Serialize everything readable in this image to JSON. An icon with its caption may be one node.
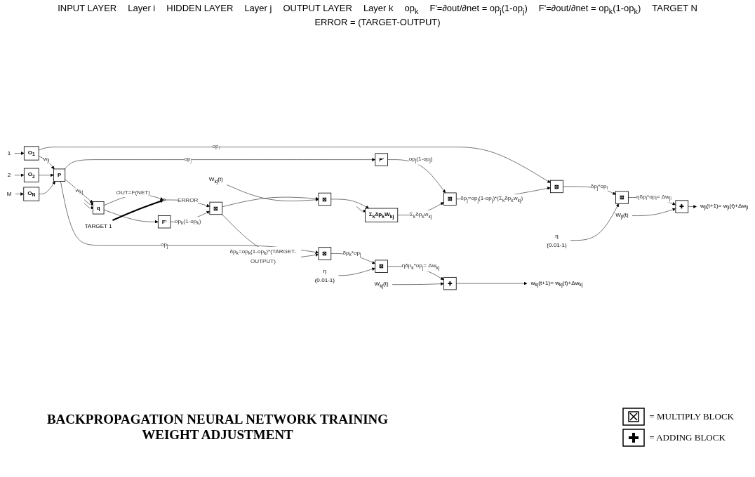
{
  "diagram": {
    "title": "BACKPROPAGATION NEURAL NETWORK TRAINING WEIGHT ADJUSTMENT",
    "nodes": [
      {
        "text": [
          "1"
        ]
      },
      {
        "text": [
          "2"
        ]
      },
      {
        "text": [
          "M"
        ]
      },
      {
        "text": [
          "O$_{1}$"
        ]
      },
      {
        "text": [
          "O$_{2}$"
        ]
      },
      {
        "text": [
          "O$_{N}$"
        ]
      },
      {
        "text": [
          "P"
        ]
      },
      {
        "text": [
          "F'"
        ]
      },
      {
        "text": [
          "⊠"
        ]
      },
      {
        "text": [
          "Σ$_{k}$δp$_{k}$W$_{kj}$"
        ]
      },
      {
        "text": [
          "⊠"
        ]
      },
      {
        "text": [
          "⊠"
        ]
      },
      {
        "text": [
          "η",
          "(0.01-1)"
        ]
      },
      {
        "text": [
          "✚"
        ]
      },
      {
        "text": [
          "W$_{ji}$(t)"
        ]
      },
      {
        "text": [
          "w$_{ji}$(t+1)= w$_{ji}$(t)+Δw$_{ji}$"
        ]
      },
      {
        "text": [
          "q"
        ]
      },
      {
        "text": [],
        "shape": "circle"
      },
      {
        "text": [
          "TARGET 1"
        ]
      },
      {
        "text": [
          "F'"
        ]
      },
      {
        "text": [
          "⊠"
        ]
      },
      {
        "text": [
          "⊠"
        ]
      },
      {
        "text": [
          "W$_{kj}$(t)"
        ]
      },
      {
        "text": [
          "⊠"
        ]
      },
      {
        "text": [
          "⊠"
        ]
      },
      {
        "text": [
          "η",
          "(0.01-1)"
        ]
      },
      {
        "text": [
          "✚"
        ]
      },
      {
        "text": [
          "W$_{kj}$(t)"
        ]
      },
      {
        "text": [
          "w$_{kj}$(t+1)= w$_{kj}$(t)+Δw$_{kj}$"
        ]
      }
    ],
    "edges": [
      {
        "from": 0,
        "to": 3,
        "arrow": "to"
      },
      {
        "from": 1,
        "to": 4,
        "arrow": "to"
      },
      {
        "from": 2,
        "to": 5,
        "arrow": "to"
      },
      {
        "from": 3,
        "to": 6,
        "arrow": "to",
        "label": "w$_{ji}$"
      },
      {
        "from": 3,
        "to": 10,
        "arrow": "to",
        "label": "op$_{i}$"
      },
      {
        "from": 4,
        "to": 6,
        "arrow": "to"
      },
      {
        "from": 5,
        "to": 6,
        "arrow": "to"
      },
      {
        "from": 6,
        "to": 7,
        "arrow": "to",
        "label": "op$_{j}$"
      },
      {
        "from": 6,
        "to": 16,
        "arrow": "to",
        "label": "w$_{kj}$"
      },
      {
        "from": 6,
        "to": 23,
        "arrow": "to",
        "label": "op$_{j}$"
      },
      {
        "from": 7,
        "to": 8,
        "arrow": "to",
        "label": "op$_{j}$(1-op$_{j}$)"
      },
      {
        "from": 9,
        "to": 8,
        "arrow": "to",
        "label": "Σ$_{k}$δp$_{k}$w$_{kj}$"
      },
      {
        "from": 8,
        "to": 10,
        "arrow": "to",
        "label": "δp$_{j}$=op$_{j}$(1-op$_{j}$)*(Σ$_{k}$δp$_{k}$w$_{kj}$)"
      },
      {
        "from": 10,
        "to": 11,
        "arrow": "to",
        "label": "δp$_{j}$*op$_{i}$"
      },
      {
        "from": 12,
        "to": 11,
        "arrow": "to"
      },
      {
        "from": 11,
        "to": 13,
        "arrow": "to",
        "label": "ηδp$_{i}$*op$_{i}$= Δw$_{ji}$"
      },
      {
        "from": 14,
        "to": 13,
        "arrow": "to"
      },
      {
        "from": 13,
        "to": 15,
        "arrow": "to"
      },
      {
        "from": 16,
        "to": 17,
        "arrow": "to",
        "label": "OUT=F(NET)"
      },
      {
        "from": 18,
        "to": 17,
        "arrow": "to",
        "style": "thick"
      },
      {
        "from": 16,
        "to": 19,
        "arrow": "to"
      },
      {
        "from": 17,
        "to": 20,
        "arrow": "to",
        "label": "ERROR"
      },
      {
        "from": 19,
        "to": 20,
        "arrow": "to",
        "label": "op$_{k}$(1-op$_{k}$)"
      },
      {
        "from": 20,
        "to": 23,
        "arrow": "to",
        "label": "δp$_{k}$=op$_{k}$(1-op$_{k}$)*(TARGET-OUTPUT)"
      },
      {
        "from": 20,
        "to": 21,
        "arrow": "to"
      },
      {
        "from": 22,
        "to": 21,
        "arrow": "to"
      },
      {
        "from": 21,
        "to": 9,
        "arrow": "to"
      },
      {
        "from": null,
        "to": 9,
        "arrow": "to"
      },
      {
        "from": null,
        "to": 16,
        "arrow": "to"
      },
      {
        "from": null,
        "to": 16,
        "arrow": "to"
      },
      {
        "from": 23,
        "to": 24,
        "arrow": "to",
        "label": "δp$_{k}$*op$_{j}$"
      },
      {
        "from": 25,
        "to": 24,
        "arrow": "to"
      },
      {
        "from": 24,
        "to": 26,
        "arrow": "to",
        "label": "ηδp$_{k}$*op$_{j}$= Δw$_{kj}$"
      },
      {
        "from": 27,
        "to": 26,
        "arrow": "to"
      },
      {
        "from": 26,
        "to": 28,
        "arrow": "to"
      }
    ],
    "labels": [
      "INPUT LAYER",
      "Layer i",
      "HIDDEN LAYER",
      "Layer j",
      "OUTPUT LAYER",
      "Layer k",
      "op$_{k}$",
      "F'=∂out/∂net = op$_{j}$(1-op$_{j}$)",
      "F'=∂out/∂net = op$_{k}$(1-op$_{k}$)",
      "TARGET N",
      "ERROR = (TARGET-OUTPUT)"
    ],
    "legend": [
      {
        "text": "= MULTIPLY BLOCK"
      },
      {
        "text": "= ADDING BLOCK"
      }
    ]
  }
}
